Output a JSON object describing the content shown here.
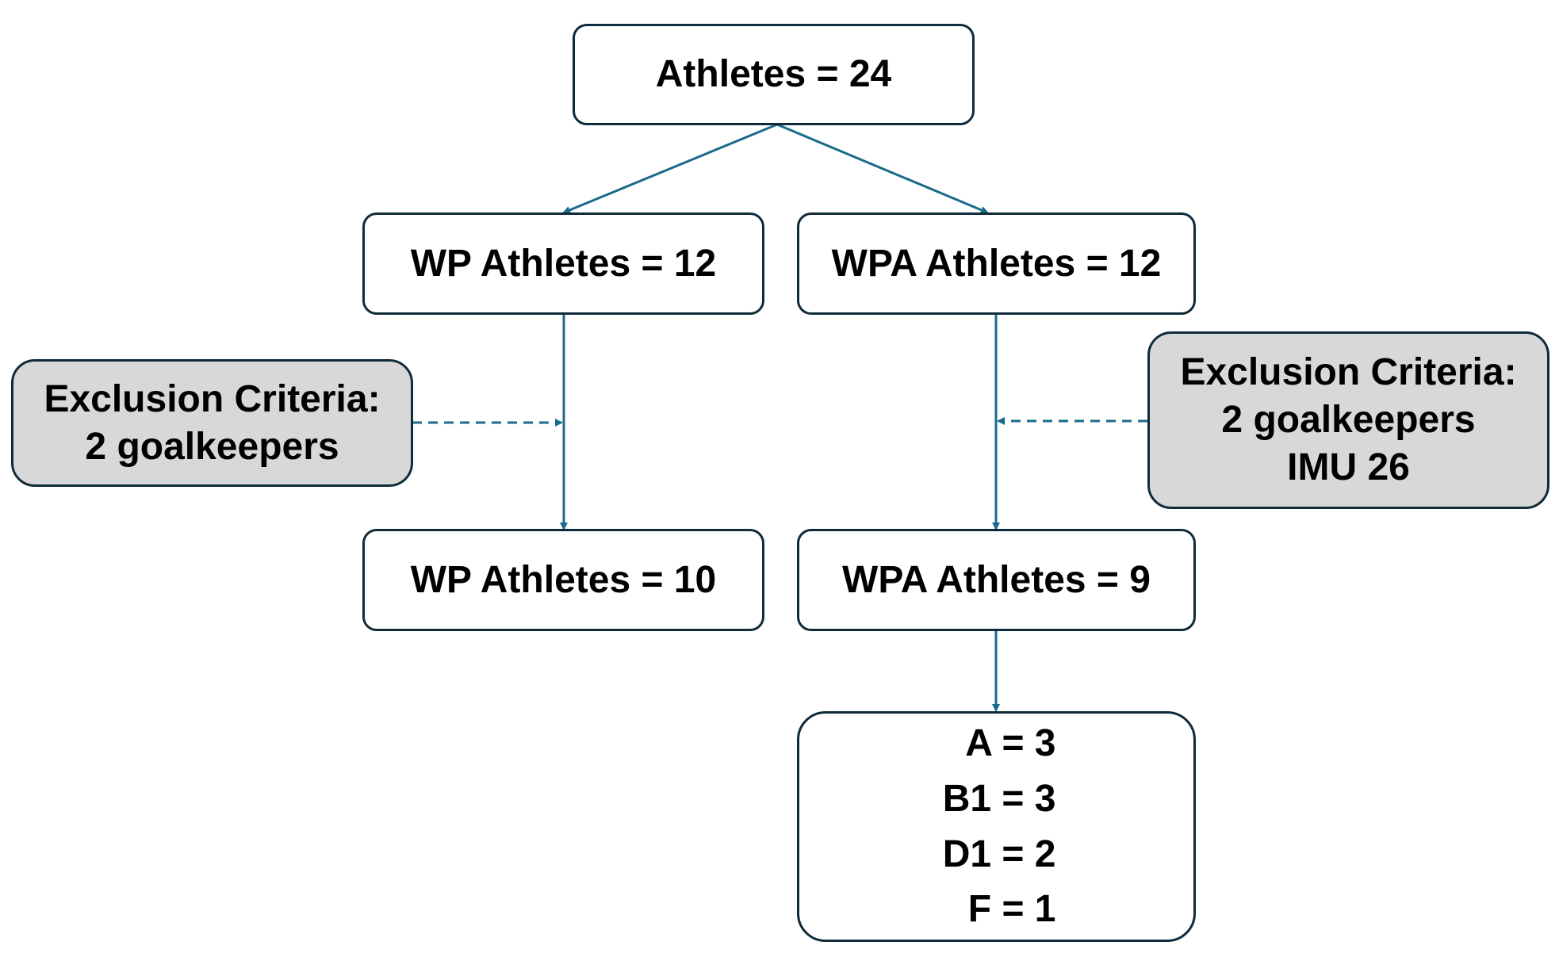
{
  "diagram": {
    "colors": {
      "edge": "#1a6a8c",
      "box_border": "#0f2a3a",
      "exclusion_fill": "#d8d8d8",
      "box_fill": "#ffffff"
    },
    "nodes": {
      "root": {
        "label": "Athletes = 24"
      },
      "wp_initial": {
        "label": "WP Athletes = 12"
      },
      "wpa_initial": {
        "label": "WPA Athletes = 12"
      },
      "wp_exclusion": {
        "title": "Exclusion Criteria:",
        "lines": [
          "2 goalkeepers"
        ]
      },
      "wpa_exclusion": {
        "title": "Exclusion Criteria:",
        "lines": [
          "2 goalkeepers",
          "IMU 26"
        ]
      },
      "wp_final": {
        "label": "WP Athletes = 10"
      },
      "wpa_final": {
        "label": "WPA Athletes = 9"
      },
      "wpa_classes": {
        "lines": [
          "A = 3",
          "B1 = 3",
          "D1 = 2",
          "F = 1"
        ]
      }
    },
    "edges": [
      {
        "from": "root",
        "to": "wp_initial",
        "style": "solid"
      },
      {
        "from": "root",
        "to": "wpa_initial",
        "style": "solid"
      },
      {
        "from": "wp_initial",
        "to": "wp_final",
        "style": "solid"
      },
      {
        "from": "wpa_initial",
        "to": "wpa_final",
        "style": "solid"
      },
      {
        "from": "wp_exclusion",
        "to": "wp_initial->wp_final",
        "style": "dashed"
      },
      {
        "from": "wpa_exclusion",
        "to": "wpa_initial->wpa_final",
        "style": "dashed"
      },
      {
        "from": "wpa_final",
        "to": "wpa_classes",
        "style": "solid"
      }
    ]
  }
}
